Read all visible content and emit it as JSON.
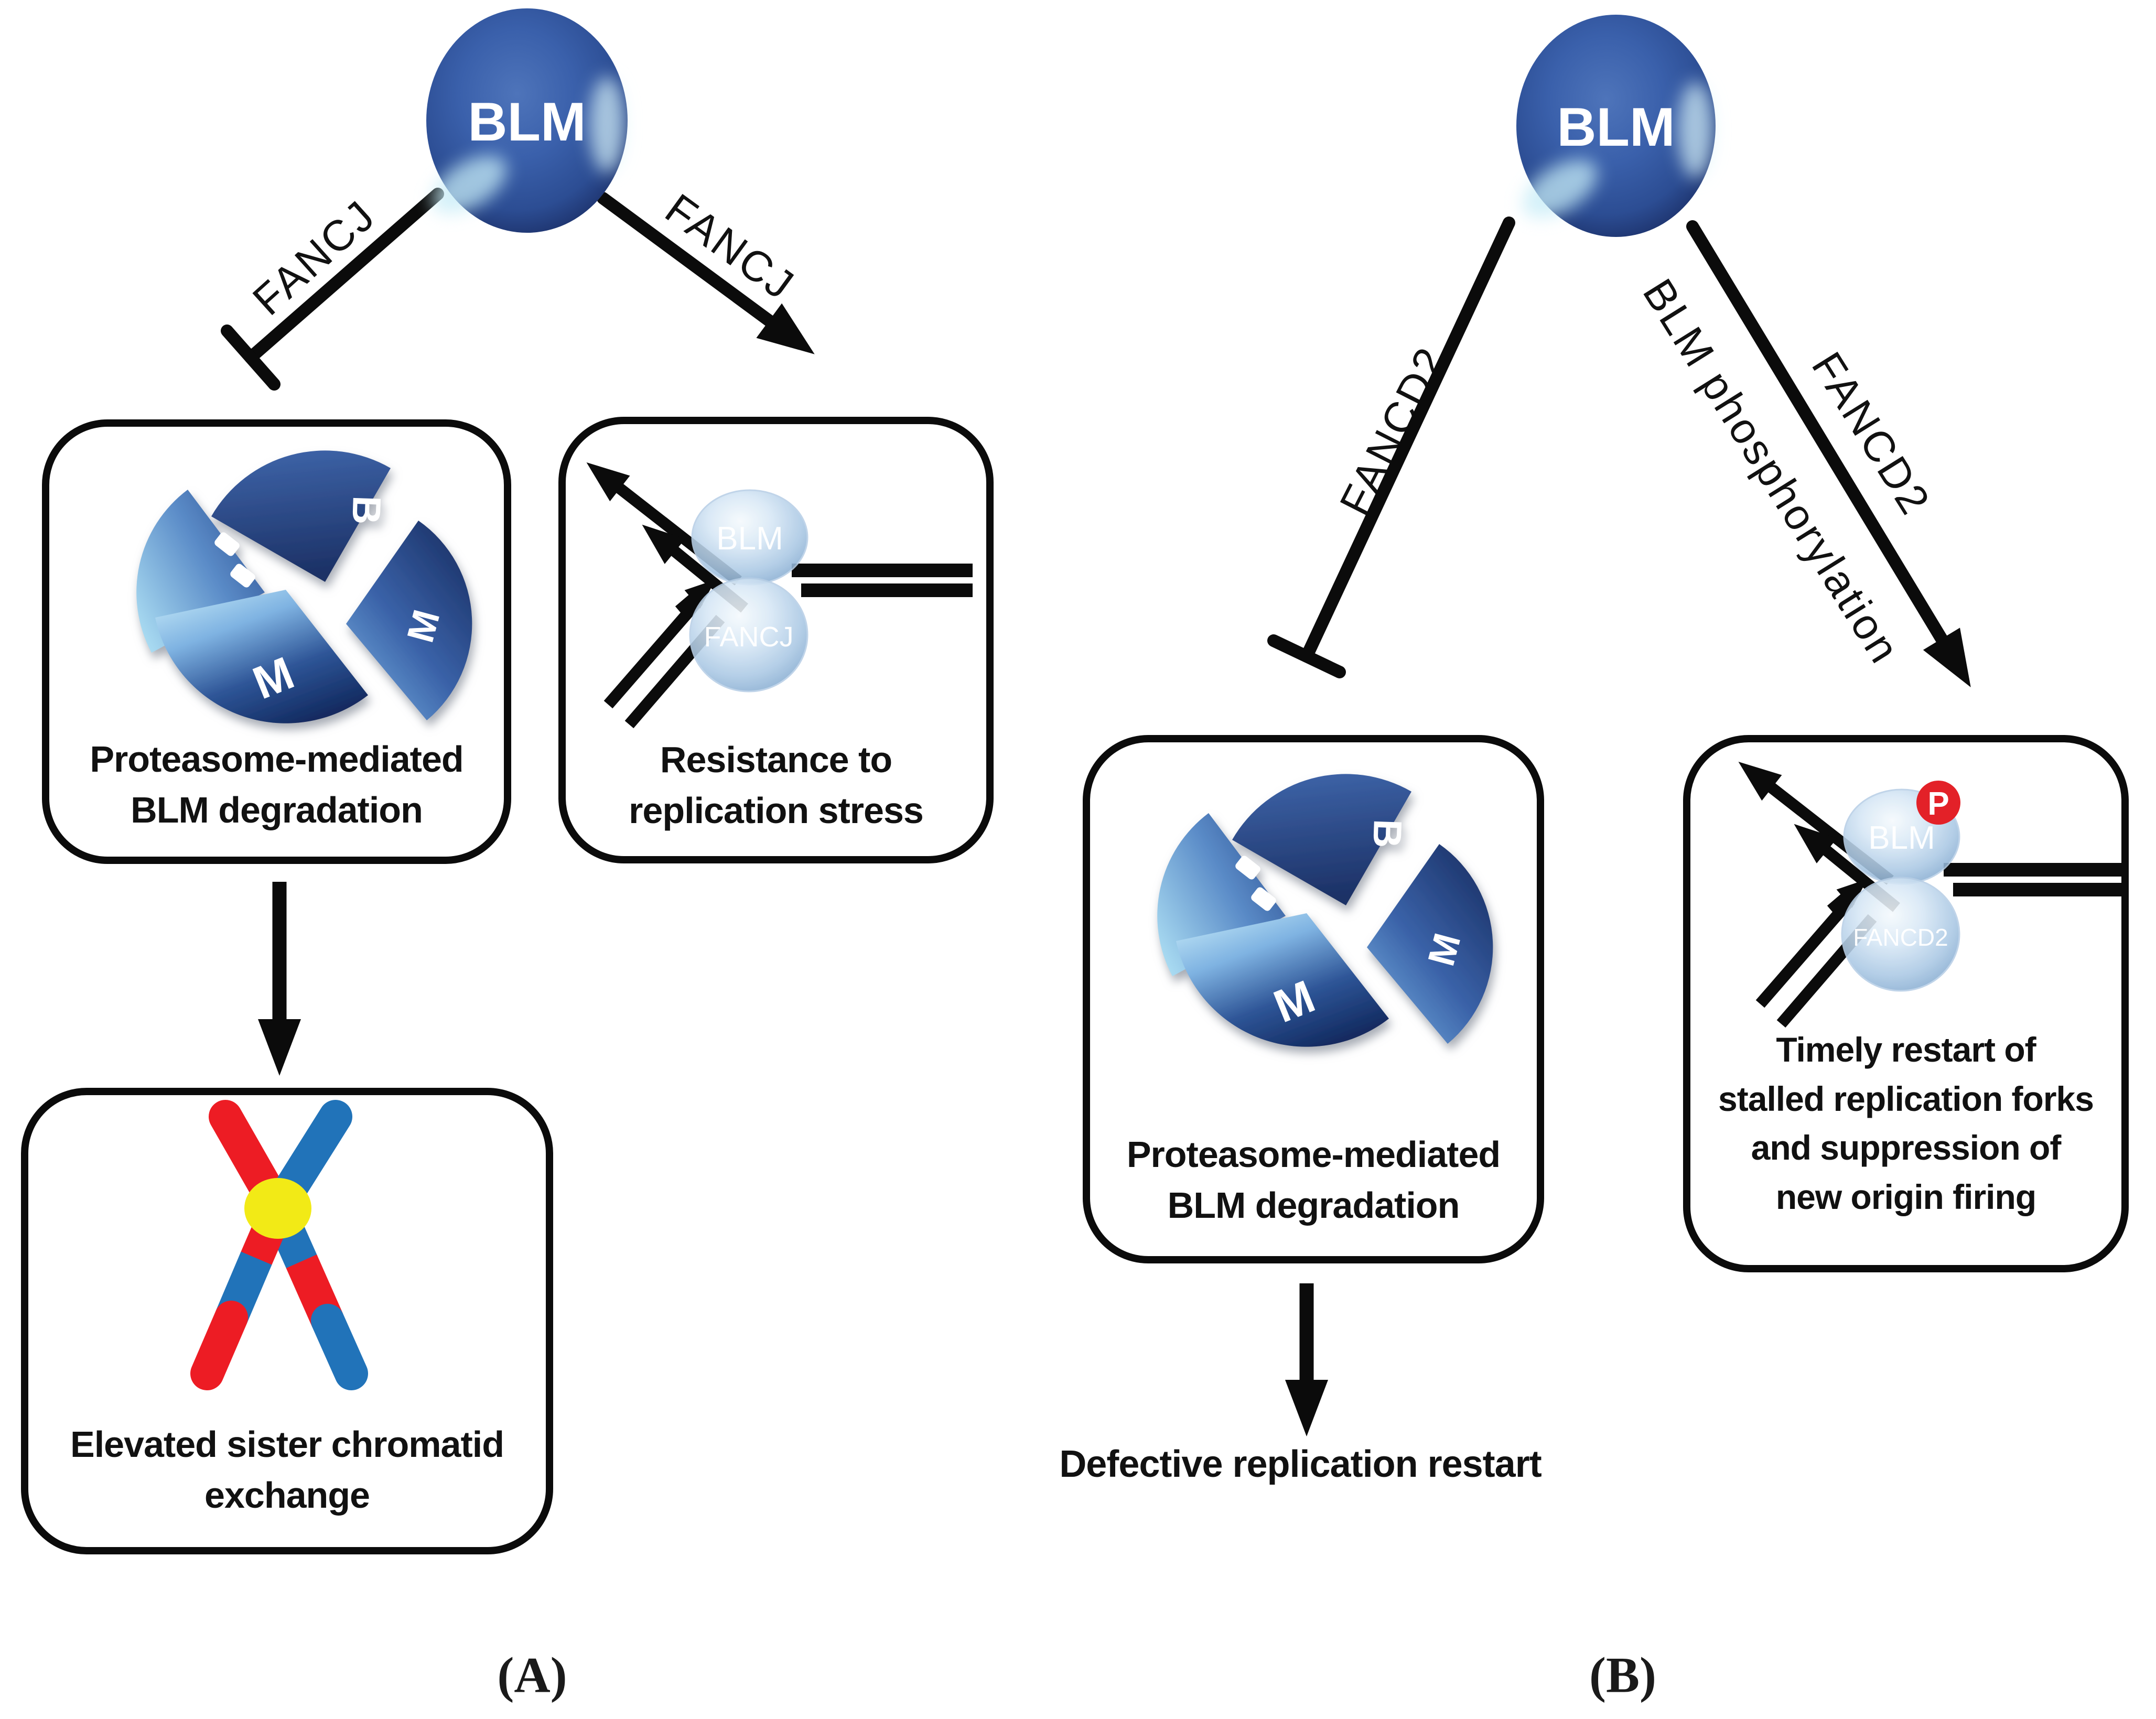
{
  "colors": {
    "sphere_blue": "#3a5fac",
    "sphere_dark_rim": "#16265a",
    "light_sphere_blue": "#aac8e4",
    "chromatid_red": "#ed1c24",
    "chromatid_blue": "#2173b9",
    "centromere_yellow": "#f2ea16",
    "phospho_red": "#e32128",
    "line_black": "#0b0b0b"
  },
  "panel_a": {
    "tag": "(A)",
    "blm_node": "BLM",
    "left_edge_label": "FANCJ",
    "right_edge_label": "FANCJ",
    "degradation_box": {
      "line1": "Proteasome-mediated",
      "line2": "BLM degradation"
    },
    "resistance_box": {
      "line1": "Resistance to",
      "line2": "replication stress"
    },
    "sce_box": {
      "line1": "Elevated sister chromatid",
      "line2": "exchange"
    },
    "fork": {
      "top": "BLM",
      "bottom": "FANCJ"
    }
  },
  "panel_b": {
    "tag": "(B)",
    "blm_node": "BLM",
    "left_edge_label": "FANCD2",
    "right_edge_label_outer": "FANCD2",
    "right_edge_label_inner": "BLM phosphorylation",
    "degradation_box": {
      "line1": "Proteasome-mediated",
      "line2": "BLM degradation"
    },
    "restart_box": {
      "line1": "Timely restart of",
      "line2": "stalled replication forks",
      "line3": "and suppression of",
      "line4": "new origin firing"
    },
    "outcome": "Defective replication restart",
    "fork": {
      "top": "BLM",
      "bottom": "FANCD2",
      "badge": "P"
    }
  },
  "degradation_fragments": {
    "top": "B",
    "center": "M",
    "right": "M"
  }
}
